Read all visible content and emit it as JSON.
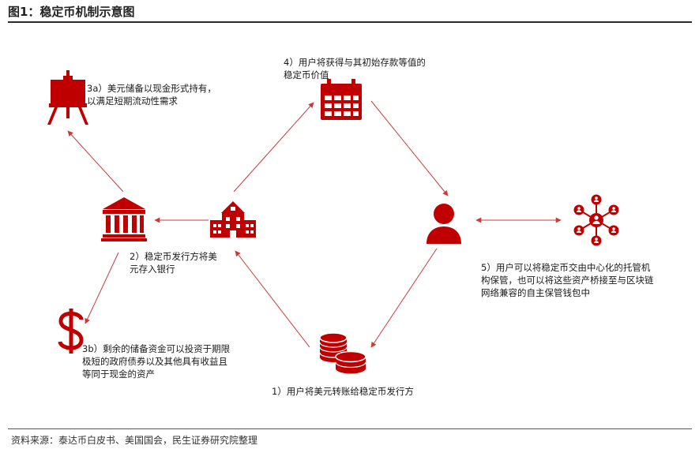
{
  "title": "图1：稳定币机制示意图",
  "source": "资料来源：泰达币白皮书、美国国会，民生证券研究院整理",
  "colors": {
    "accent": "#c00000",
    "arrow": "#c93a3a"
  },
  "nodes": [
    {
      "id": "easel",
      "icon": "easel-icon"
    },
    {
      "id": "calendar",
      "icon": "calendar-icon"
    },
    {
      "id": "bank",
      "icon": "bank-icon"
    },
    {
      "id": "building",
      "icon": "building-icon"
    },
    {
      "id": "user",
      "icon": "user-icon"
    },
    {
      "id": "network",
      "icon": "network-icon"
    },
    {
      "id": "dollar",
      "icon": "dollar-icon"
    },
    {
      "id": "coins",
      "icon": "coins-icon"
    }
  ],
  "labels": {
    "step4": [
      "4）用户将获得与其初始存款等值的",
      "稳定币价值"
    ],
    "step3a": [
      "3a）美元储备以现金形式持有，",
      "以满足短期流动性需求"
    ],
    "step2": [
      "2）稳定币发行方将美",
      "元存入银行"
    ],
    "step5": [
      "5）用户可以将稳定币交由中心化的托管机",
      "构保管，也可以将这些资产桥接至与区块链",
      "网络兼容的自主保管钱包中"
    ],
    "step3b": [
      "3b）剩余的储备资金可以投资于期限",
      "极短的政府债券以及其他具有收益且",
      "等同于现金的资产"
    ],
    "step1": [
      "1）用户将美元转账给稳定币发行方"
    ]
  }
}
